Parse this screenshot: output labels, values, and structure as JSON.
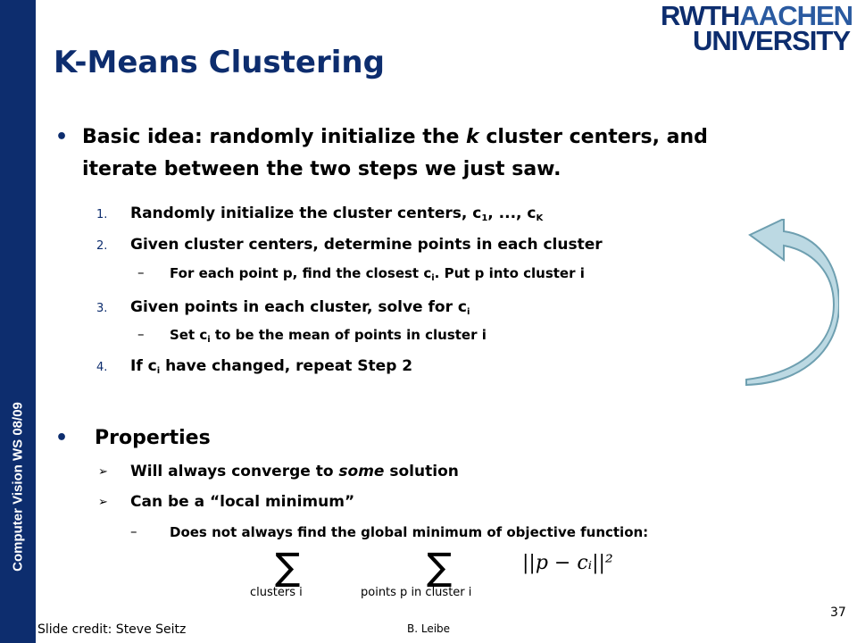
{
  "sidebar": {
    "label": "Computer Vision WS 08/09"
  },
  "logo": {
    "line1_bold": "RWTH",
    "line1_light": "AACHEN",
    "line2": "UNIVERSITY"
  },
  "slide": {
    "title": "K-Means Clustering",
    "bullet1": {
      "line1_a": "Basic idea: randomly initialize the ",
      "line1_k": "k",
      "line1_b": " cluster centers, and",
      "line2": "iterate between the two steps we just saw."
    },
    "steps": [
      {
        "num": "1.",
        "text_a": "Randomly initialize the cluster centers, c",
        "sub1": "1",
        "text_b": ", ..., c",
        "sub2": "K"
      },
      {
        "num": "2.",
        "text": "Given cluster centers, determine points in each cluster"
      },
      {
        "num": "3.",
        "text_a": "Given points in each cluster, solve for c",
        "sub": "i"
      },
      {
        "num": "4.",
        "text_a": "If c",
        "sub": "i",
        "text_b": " have changed, repeat Step 2"
      }
    ],
    "substeps": [
      {
        "text_a": "For each point p, find the closest c",
        "sub": "i",
        "text_b": ".  Put p into cluster i"
      },
      {
        "text_a": "Set c",
        "sub": "i",
        "text_b": " to be the mean of points in cluster i"
      }
    ],
    "bullet2": {
      "label": "Properties",
      "items": [
        {
          "text_a": "Will always converge to ",
          "em": "some",
          "text_b": " solution"
        },
        {
          "text": "Can be a “local minimum”"
        }
      ],
      "sub": "Does not always find the global minimum of objective function:"
    },
    "formula": {
      "sum_symbol": "∑",
      "under1": "clusters i",
      "under2": "points p in cluster i",
      "norm": "||p − cᵢ||²"
    }
  },
  "footer": {
    "credit": "Slide credit: Steve Seitz",
    "author": "B. Leibe",
    "page": "37"
  },
  "colors": {
    "sidebar": "#0d2d6e",
    "title": "#0d2d6e",
    "arrow_fill": "#bcd9e3",
    "arrow_stroke": "#6e9fb0"
  }
}
